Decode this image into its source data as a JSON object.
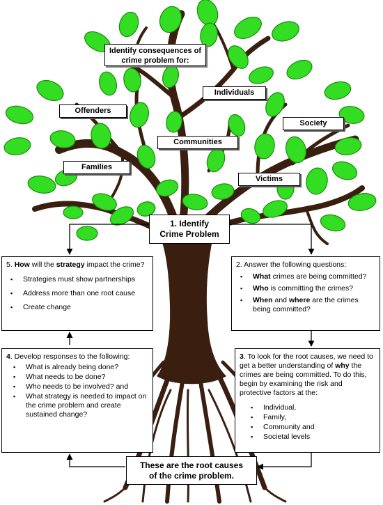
{
  "title_box": {
    "line1": "Identify consequences of",
    "line2": "crime problem for:"
  },
  "labels": {
    "individuals": "Individuals",
    "offenders": "Offenders",
    "society": "Society",
    "communities": "Communities",
    "families": "Families",
    "victims": "Victims"
  },
  "identify": {
    "line1": "1.  Identify",
    "line2": "Crime Problem"
  },
  "root_box": {
    "line1": "These are the root causes",
    "line2": "of the crime problem."
  },
  "step5": {
    "num": "5.",
    "how": "How",
    "t1": " will the ",
    "strategy": "strategy",
    "t2": " impact the crime?",
    "items": [
      "Strategies must show partnerships",
      "Address more than one root cause",
      "Create change"
    ]
  },
  "step2": {
    "intro": "2.  Answer the following questions:",
    "q1_bold": "What",
    "q1_rest": " crimes are being committed?",
    "q2_bold": "Who",
    "q2_rest": " is committing the crimes?",
    "q3_bold1": "When",
    "q3_mid": " and ",
    "q3_bold2": "where",
    "q3_rest": " are the crimes being committed?"
  },
  "step4": {
    "num": "4",
    "intro": ".  Develop responses to the following:",
    "items": [
      "What is already being done?",
      "What needs to be done?",
      "Who needs to be involved? and",
      "What strategy is needed to impact on the crime problem and create sustained change?"
    ]
  },
  "step3": {
    "num": "3",
    "t1": ".  To look for the root causes, we need to get a better understanding of ",
    "why": "why",
    "t2": " the crimes are being committed.  To do this, begin by examining the risk and protective factors at the:",
    "items": [
      "Individual,",
      "Family,",
      "Community and",
      "Societal levels"
    ]
  },
  "colors": {
    "leaf": "#33dd22",
    "trunk": "#3a1e10",
    "arrow": "#000000"
  }
}
